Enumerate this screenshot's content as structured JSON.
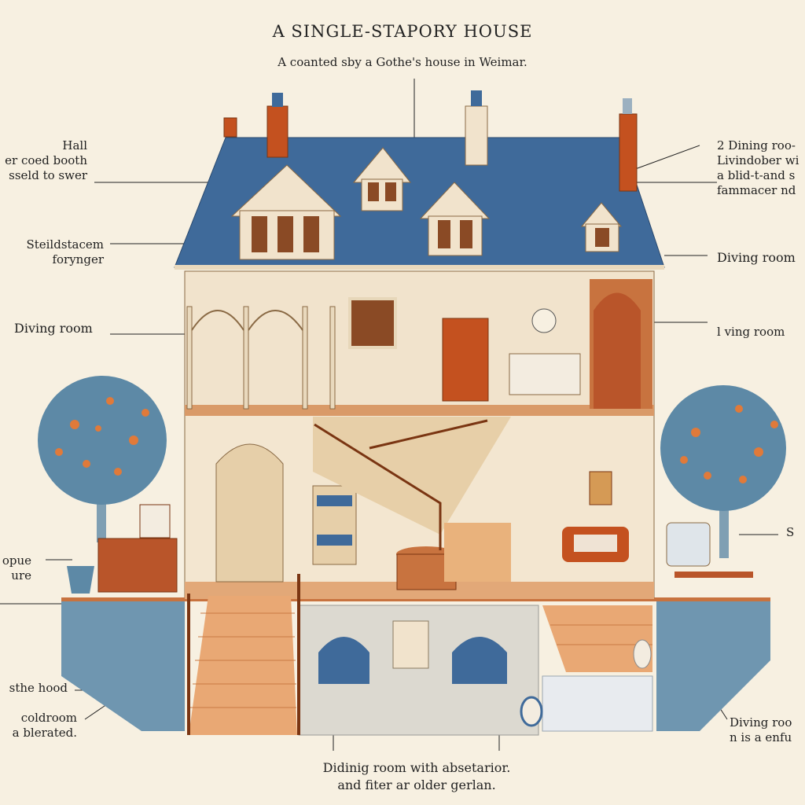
{
  "title": "A SINGLE-STAPORY HOUSE",
  "subtitle": "A coanted sby a Gothe's house in Weimar.",
  "labels": {
    "hall": {
      "line1": "Hall",
      "line2": "er coed booth",
      "line3": "sseld to swer"
    },
    "staircase": {
      "line1": "Steildstacem",
      "line2": "forynger"
    },
    "diving_left": {
      "line1": "Diving room"
    },
    "antique": {
      "line1": "opue",
      "line2": "ure"
    },
    "gothe_hood": {
      "line1": "sthe hood"
    },
    "coldroom": {
      "line1": "coldroom",
      "line2": "a blerated."
    },
    "dining_top": {
      "line1": "2 Dining roo-",
      "line2": "Livindober wi",
      "line3": "a blid-t-and s",
      "line4": "fammacer nd"
    },
    "dining_right": {
      "line1": "Diving room"
    },
    "living_right": {
      "line1": "l ving room"
    },
    "s_right": {
      "line1": "S"
    },
    "diving_bottom_right": {
      "line1": "Diving roo",
      "line2": "n is a enfu"
    },
    "caption": {
      "line1": "Didinig room with absetarior.",
      "line2": "and fiter ar older gerlan."
    }
  },
  "colors": {
    "background": "#f7f0e1",
    "roof": "#3f6a9a",
    "wall": "#f1e3cc",
    "timber": "#c8733f",
    "door": "#c4511f",
    "foundation": "#6f96b0",
    "tree": "#5d89a6",
    "fruit": "#e07a3a"
  },
  "icons": [
    "chimney-icon",
    "dormer-window-icon",
    "tree-icon",
    "staircase-icon",
    "door-icon",
    "sofa-icon",
    "clock-icon",
    "vase-icon"
  ]
}
